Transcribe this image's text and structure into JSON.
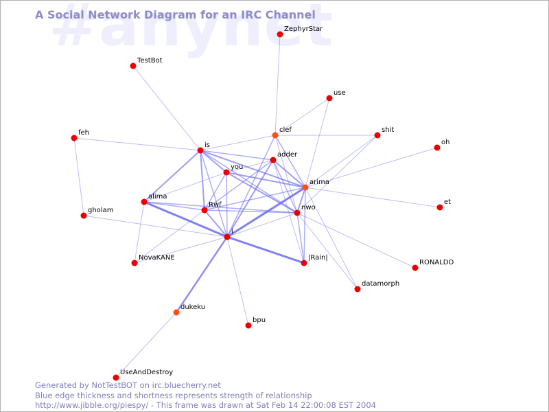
{
  "watermark": "#anynet",
  "title": "A Social Network Diagram for an IRC Channel",
  "footer": {
    "line1": "Generated by NotTestBOT on irc.bluecherry.net",
    "line2": "Blue edge thickness and shortness represents strength of relationship",
    "line3": "http://www.jibble.org/piespy/ - This frame was drawn at Sat Feb 14 22:00:08 EST 2004"
  },
  "colors": {
    "node": "#ee0000",
    "node_alt": "#ff5010",
    "edge": "#6a6af0",
    "title": "#8c8cc6",
    "watermark": "#eeeefc"
  },
  "nodes": [
    {
      "id": "ZephyrStar",
      "label": "ZephyrStar"
    },
    {
      "id": "TestBot",
      "label": "TestBot"
    },
    {
      "id": "use",
      "label": "use"
    },
    {
      "id": "feh",
      "label": "feh"
    },
    {
      "id": "clef",
      "label": "clef",
      "color": "alt"
    },
    {
      "id": "shit",
      "label": "shit"
    },
    {
      "id": "oh",
      "label": "oh"
    },
    {
      "id": "is",
      "label": "is"
    },
    {
      "id": "adder",
      "label": "adder"
    },
    {
      "id": "you",
      "label": "you"
    },
    {
      "id": "arima",
      "label": "arima",
      "color": "alt"
    },
    {
      "id": "alima",
      "label": "alima"
    },
    {
      "id": "Rwf",
      "label": "Rwf"
    },
    {
      "id": "nwo",
      "label": "nwo"
    },
    {
      "id": "gholam",
      "label": "gholam"
    },
    {
      "id": "et",
      "label": "et"
    },
    {
      "id": "i",
      "label": "i"
    },
    {
      "id": "NovaKANE",
      "label": "NovaKANE"
    },
    {
      "id": "Rain",
      "label": "|Rain|"
    },
    {
      "id": "RONALDO",
      "label": "RONALDO"
    },
    {
      "id": "datamorph",
      "label": "datamorph"
    },
    {
      "id": "dukeku",
      "label": "dukeku",
      "color": "alt"
    },
    {
      "id": "bpu",
      "label": "bpu"
    },
    {
      "id": "UseAndDestroy",
      "label": "UseAndDestroy"
    }
  ],
  "edges": [
    {
      "source": "i",
      "target": "arima",
      "weight": 3
    },
    {
      "source": "i",
      "target": "alima",
      "weight": 3
    },
    {
      "source": "i",
      "target": "Rain",
      "weight": 3
    },
    {
      "source": "i",
      "target": "dukeku",
      "weight": 2.5
    },
    {
      "source": "i",
      "target": "Rwf",
      "weight": 2
    },
    {
      "source": "i",
      "target": "adder",
      "weight": 2
    },
    {
      "source": "i",
      "target": "is",
      "weight": 1.5
    },
    {
      "source": "i",
      "target": "you",
      "weight": 1.5
    },
    {
      "source": "i",
      "target": "clef",
      "weight": 1.5
    },
    {
      "source": "i",
      "target": "nwo",
      "weight": 1
    },
    {
      "source": "i",
      "target": "NovaKANE",
      "weight": 1
    },
    {
      "source": "i",
      "target": "bpu",
      "weight": 1
    },
    {
      "source": "i",
      "target": "gholam",
      "weight": 1
    },
    {
      "source": "is",
      "target": "you",
      "weight": 2
    },
    {
      "source": "is",
      "target": "Rwf",
      "weight": 2
    },
    {
      "source": "is",
      "target": "alima",
      "weight": 2
    },
    {
      "source": "is",
      "target": "arima",
      "weight": 2
    },
    {
      "source": "is",
      "target": "nwo",
      "weight": 1.5
    },
    {
      "source": "is",
      "target": "adder",
      "weight": 1.5
    },
    {
      "source": "is",
      "target": "clef",
      "weight": 1
    },
    {
      "source": "is",
      "target": "TestBot",
      "weight": 1
    },
    {
      "source": "is",
      "target": "feh",
      "weight": 1
    },
    {
      "source": "you",
      "target": "arima",
      "weight": 2
    },
    {
      "source": "you",
      "target": "nwo",
      "weight": 2
    },
    {
      "source": "you",
      "target": "Rwf",
      "weight": 1.5
    },
    {
      "source": "you",
      "target": "alima",
      "weight": 1
    },
    {
      "source": "you",
      "target": "adder",
      "weight": 1
    },
    {
      "source": "adder",
      "target": "arima",
      "weight": 2
    },
    {
      "source": "adder",
      "target": "nwo",
      "weight": 1.5
    },
    {
      "source": "adder",
      "target": "Rwf",
      "weight": 1.5
    },
    {
      "source": "adder",
      "target": "Rain",
      "weight": 1
    },
    {
      "source": "clef",
      "target": "arima",
      "weight": 1.5
    },
    {
      "source": "clef",
      "target": "nwo",
      "weight": 1
    },
    {
      "source": "clef",
      "target": "shit",
      "weight": 1
    },
    {
      "source": "clef",
      "target": "ZephyrStar",
      "weight": 1
    },
    {
      "source": "clef",
      "target": "use",
      "weight": 1
    },
    {
      "source": "arima",
      "target": "nwo",
      "weight": 2
    },
    {
      "source": "arima",
      "target": "Rwf",
      "weight": 1.5
    },
    {
      "source": "arima",
      "target": "Rain",
      "weight": 1.5
    },
    {
      "source": "arima",
      "target": "use",
      "weight": 1
    },
    {
      "source": "arima",
      "target": "shit",
      "weight": 1
    },
    {
      "source": "arima",
      "target": "oh",
      "weight": 1
    },
    {
      "source": "arima",
      "target": "et",
      "weight": 1
    },
    {
      "source": "arima",
      "target": "datamorph",
      "weight": 1
    },
    {
      "source": "nwo",
      "target": "Rwf",
      "weight": 1.5
    },
    {
      "source": "nwo",
      "target": "alima",
      "weight": 1.5
    },
    {
      "source": "nwo",
      "target": "Rain",
      "weight": 1.5
    },
    {
      "source": "nwo",
      "target": "RONALDO",
      "weight": 1
    },
    {
      "source": "nwo",
      "target": "datamorph",
      "weight": 1
    },
    {
      "source": "nwo",
      "target": "shit",
      "weight": 1
    },
    {
      "source": "Rwf",
      "target": "alima",
      "weight": 1.5
    },
    {
      "source": "Rwf",
      "target": "NovaKANE",
      "weight": 1
    },
    {
      "source": "alima",
      "target": "NovaKANE",
      "weight": 1
    },
    {
      "source": "feh",
      "target": "gholam",
      "weight": 1
    },
    {
      "source": "dukeku",
      "target": "UseAndDestroy",
      "weight": 1
    }
  ]
}
